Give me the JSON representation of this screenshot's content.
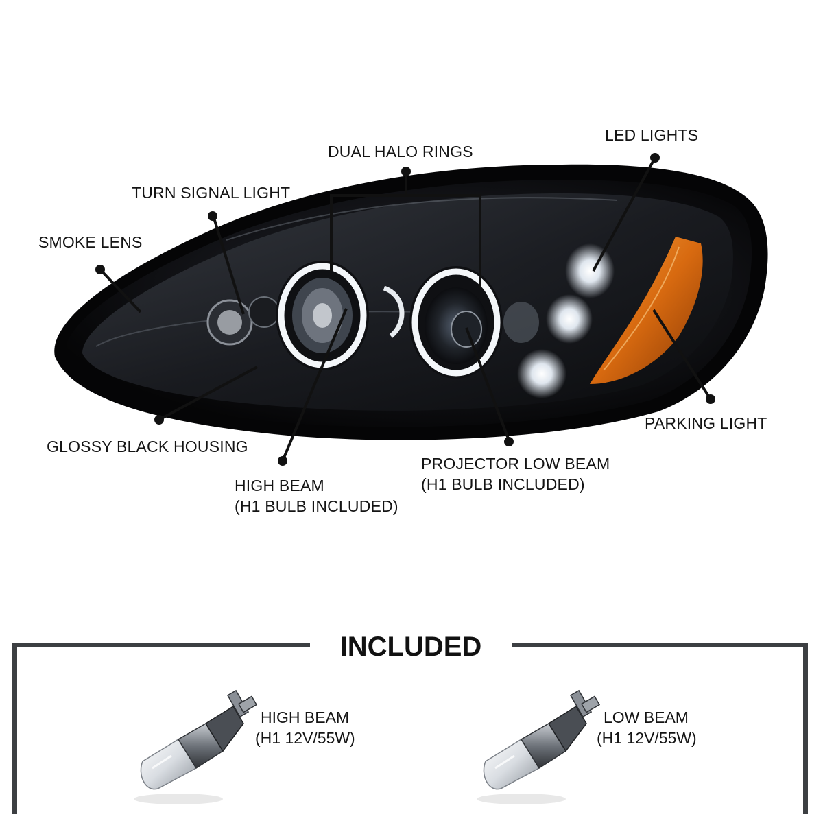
{
  "callouts": {
    "dual_halo_rings": "DUAL HALO RINGS",
    "led_lights": "LED LIGHTS",
    "turn_signal_light": "TURN SIGNAL LIGHT",
    "smoke_lens": "SMOKE LENS",
    "glossy_black_housing": "GLOSSY BLACK HOUSING",
    "high_beam": {
      "line1": "HIGH BEAM",
      "line2": "(H1 BULB INCLUDED)"
    },
    "projector_low_beam": {
      "line1": "PROJECTOR LOW BEAM",
      "line2": "(H1 BULB INCLUDED)"
    },
    "parking_light": "PARKING LIGHT"
  },
  "included": {
    "title": "INCLUDED",
    "items": [
      {
        "line1": "HIGH BEAM",
        "line2": "(H1 12V/55W)"
      },
      {
        "line1": "LOW BEAM",
        "line2": "(H1 12V/55W)"
      }
    ]
  },
  "colors": {
    "housing": "#0c0c0e",
    "amber": "#d86a10",
    "frame": "#3c3f42",
    "text": "#141414"
  }
}
